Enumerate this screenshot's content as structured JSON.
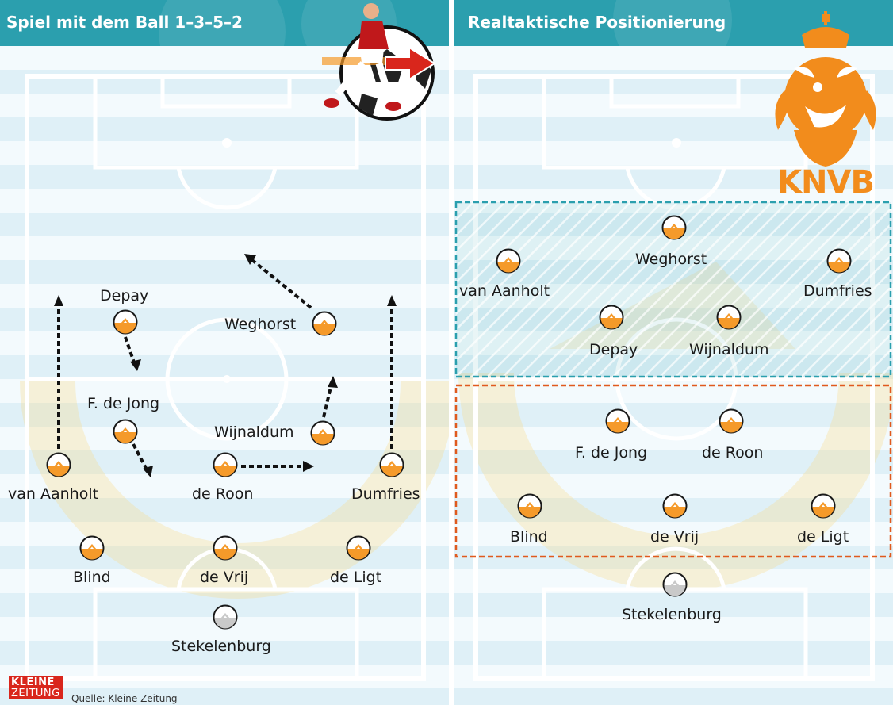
{
  "colors": {
    "header": "#2b9fae",
    "player_fill": "#f59a2a",
    "goalkeeper_fill": "#c9c9c9",
    "attack_zone": "#2b9fae",
    "defense_zone": "#e05a1e",
    "arrow": "#111111"
  },
  "left_panel": {
    "title": "Spiel mit dem Ball 1–3–5–2",
    "players": [
      {
        "name": "Depay"
      },
      {
        "name": "Weghorst"
      },
      {
        "name": "F. de Jong"
      },
      {
        "name": "Wijnaldum"
      },
      {
        "name": "van Aanholt"
      },
      {
        "name": "de Roon"
      },
      {
        "name": "Dumfries"
      },
      {
        "name": "Blind"
      },
      {
        "name": "de Vrij"
      },
      {
        "name": "de Ligt"
      },
      {
        "name": "Stekelenburg",
        "role": "goalkeeper"
      }
    ]
  },
  "right_panel": {
    "title": "Realtaktische Positionierung",
    "logo_text": "KNVB",
    "players": [
      {
        "name": "Weghorst"
      },
      {
        "name": "van Aanholt"
      },
      {
        "name": "Dumfries"
      },
      {
        "name": "Depay"
      },
      {
        "name": "Wijnaldum"
      },
      {
        "name": "F. de Jong"
      },
      {
        "name": "de Roon"
      },
      {
        "name": "Blind"
      },
      {
        "name": "de Vrij"
      },
      {
        "name": "de Ligt"
      },
      {
        "name": "Stekelenburg",
        "role": "goalkeeper"
      }
    ]
  },
  "footer": {
    "brand_line1": "KLEINE",
    "brand_line2": "ZEITUNG",
    "source": "Quelle: Kleine Zeitung"
  }
}
